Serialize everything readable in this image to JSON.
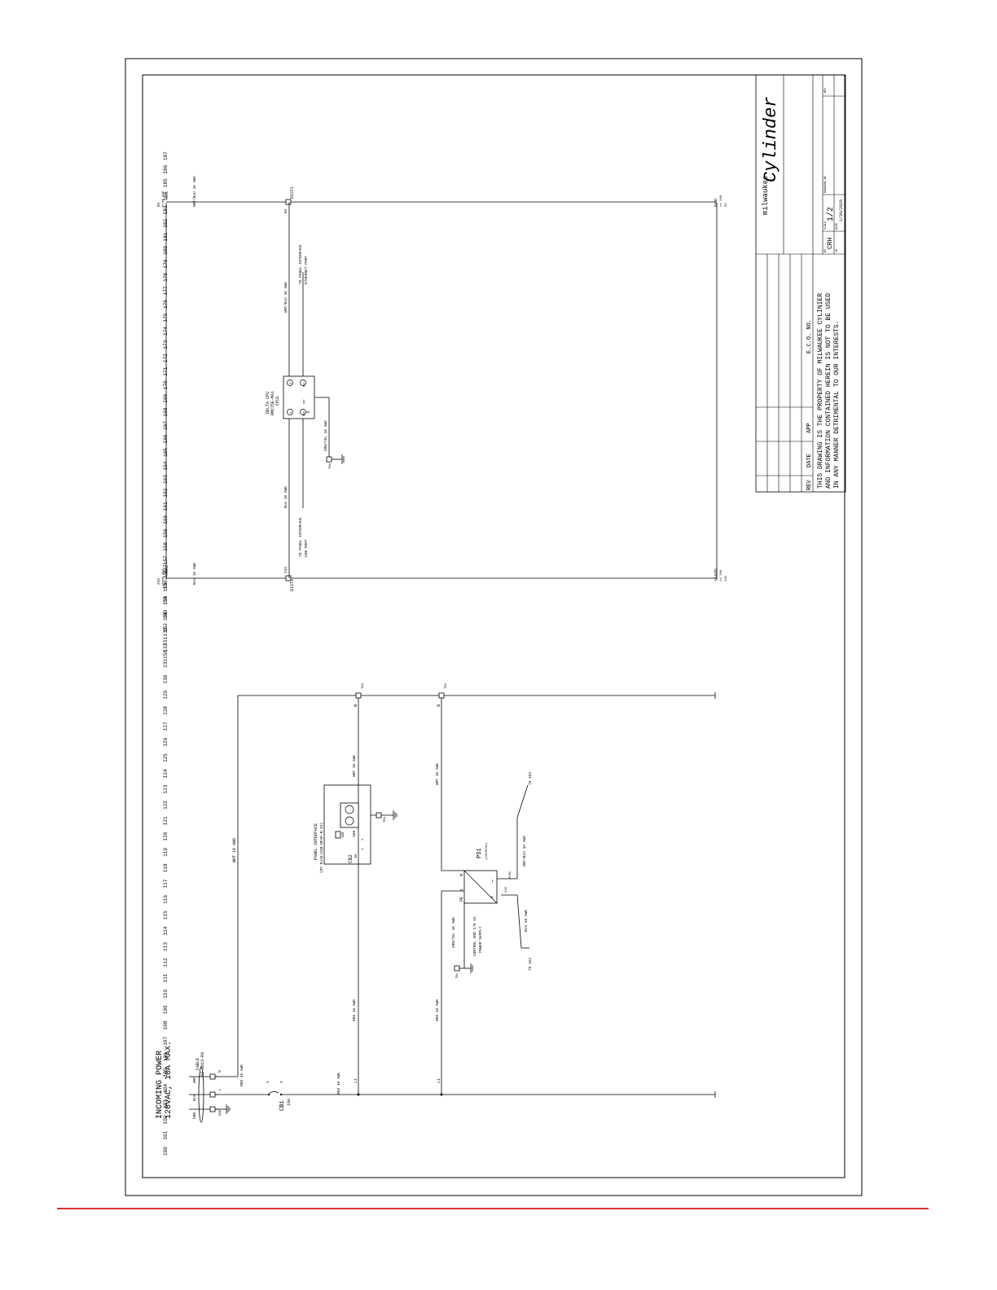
{
  "rung_numbers": {
    "left": [
      "100",
      "101",
      "102",
      "103",
      "104",
      "105",
      "106",
      "107",
      "108",
      "109",
      "110",
      "111",
      "112",
      "113",
      "114",
      "115",
      "116",
      "117",
      "118",
      "119",
      "120",
      "121",
      "122",
      "123",
      "124",
      "125",
      "126",
      "127",
      "128",
      "129",
      "130",
      "131",
      "132",
      "133",
      "134",
      "135",
      "136",
      "137"
    ],
    "right": [
      "150",
      "151",
      "152",
      "153",
      "154",
      "155",
      "156",
      "157",
      "158",
      "159",
      "160",
      "161",
      "162",
      "163",
      "164",
      "165",
      "166",
      "167",
      "168",
      "169",
      "170",
      "171",
      "172",
      "173",
      "174",
      "175",
      "176",
      "177",
      "178",
      "179",
      "180",
      "181",
      "182",
      "183",
      "184",
      "185",
      "186",
      "187"
    ]
  },
  "incoming": {
    "title": "INCOMING POWER",
    "rating": "120VAC, 10A MAX.",
    "cable_name": "CABLE",
    "cable_part": "42-2013-R0",
    "wire_wht": "WHT",
    "wire_blk": "BLK",
    "wire_grn": "GRN",
    "term_n": "N",
    "term_l": "L",
    "term_gnd": "GND",
    "tb_label": "TB1"
  },
  "breaker_cb1": {
    "name": "CB1",
    "rating": "10A",
    "pin1": "1",
    "pin2": "2"
  },
  "wires": {
    "red_16": "RED  16 AWG",
    "wht_16": "WHT  16 AWG",
    "blu_16": "BLU  16 AWG",
    "whtblu_16": "WHT/BLU  16 AWG",
    "grnyel_16": "GRN/YEL  16 AWG"
  },
  "labels": {
    "n": "N",
    "l1": "L1",
    "tb1": "TB1",
    "to151": "TO 151",
    "to151_b": "TO 151"
  },
  "panel_interface": {
    "name": "PANEL INTERFACE",
    "part": "(DT-RJ45-USB-RFAF-R-32)",
    "cb_name": "CB2",
    "cb_rating": "3A",
    "cb_pin1": "1",
    "cb_pin2": "2",
    "usb": "USB",
    "outlet_tag": "109"
  },
  "ps1": {
    "name": "PS1",
    "part": "(24VDC5A)",
    "desc1": "CONTROL AND I/O  5A",
    "desc2": "POWER SUPPLY",
    "pin_n": "N",
    "pin_l": "1",
    "pin_pe": "PE",
    "out_0v": "0VDC",
    "out_24v": "24V",
    "minus": "−",
    "plus": "+"
  },
  "dc": {
    "zero_from": "0V",
    "zero_from2": "from 118",
    "zero_from3": "0VDC",
    "zero_to": "0VDC",
    "zero_to2": "to 200",
    "zero_to3": "0V",
    "pos_from": "24V",
    "pos_from2": "from 117",
    "pos_from3": "+24VDC",
    "pos_to": "+24VDC",
    "pos_to2": "to 200",
    "pos_to3": "24V",
    "dist1": "DIST1",
    "dist2": "DIST2",
    "v0": "0V",
    "v24": "24V"
  },
  "cpu": {
    "line1": "DELTA CPU",
    "line2": "RMC75E-MA1",
    "line3": "CPU1",
    "p1": "1",
    "p2": "2",
    "p3": "GND",
    "p4": "ETH",
    "p5": "USB",
    "tb": "TB1",
    "to_usb1": "TO PANEL INTERFACE",
    "to_usb2": "USB PORT",
    "to_eth1": "TO PANEL INTERFACE",
    "to_eth2": "ETHERNET PORT"
  },
  "title_block": {
    "logo_small": "milwaukee",
    "logo_script": "Cylinder",
    "rev_hdr": "REV",
    "date_hdr": "DATE",
    "app_hdr": "APP",
    "eco_hdr": "E.C.O. NO.",
    "notice1": "THIS DRAWING IS THE PROPERTY OF MILWAUKEE CYLINIER",
    "notice2": "AND INFORMATION CONTAINED HEREIN IS NOT TO BE USED",
    "notice3": "IN ANY MANNER DETRIMENTAL TO OUR INTERESTS.",
    "by_label": "BY",
    "by_value": "CRH",
    "scale_label": "SCALE",
    "scale_value": "1/2",
    "ck_label": "CK",
    "date_label": "DATE",
    "date_value": "1/30/2020",
    "drawing_no_label": "DRAWING NO",
    "rev_label": "REV"
  }
}
